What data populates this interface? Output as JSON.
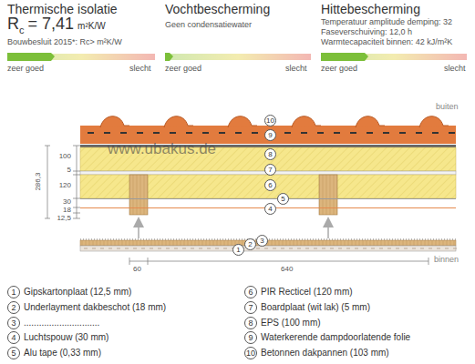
{
  "diagram": {
    "labels": [
      "Thermische isolatie",
      "R",
      "c",
      "= 7,41",
      "m²K/W",
      "Bouwbesluit 2015*: Rc> m²K/W",
      "zeer goed",
      "slecht",
      "Vochtbescherming",
      "Geen condensatiewater",
      "zeer goed",
      "slecht",
      "Hittebescherming",
      "Temperatuur amplitude demping: 32",
      "Faseverschuiving: 12,0 h",
      "Warmtecapaciteit binnen: 42 kJ/m²K",
      "zeer goed",
      "slecht",
      "buiten",
      "binnen",
      "www.ubakus.de",
      "100",
      "5",
      "120",
      "30",
      "18",
      "12,5",
      "286,3",
      "60",
      "640",
      "10",
      "9",
      "8",
      "7",
      "6",
      "5",
      "4",
      "1",
      "2",
      "3",
      "1",
      "Gipskartonplaat (12,5 mm)",
      "2",
      "Underlayment dakbeschot (18 mm)",
      "3",
      "..............................",
      "4",
      "Luchtspouw (30 mm)",
      "5",
      "Alu tape (0,33 mm)",
      "6",
      "PIR Recticel (120 mm)",
      "7",
      "Boardplaat (wit lak) (5 mm)",
      "8",
      "EPS (100 mm)",
      "9",
      "Waterkerende dampdoorlatende folie",
      "10",
      "Betonnen dakpannen (103 mm)"
    ]
  }
}
